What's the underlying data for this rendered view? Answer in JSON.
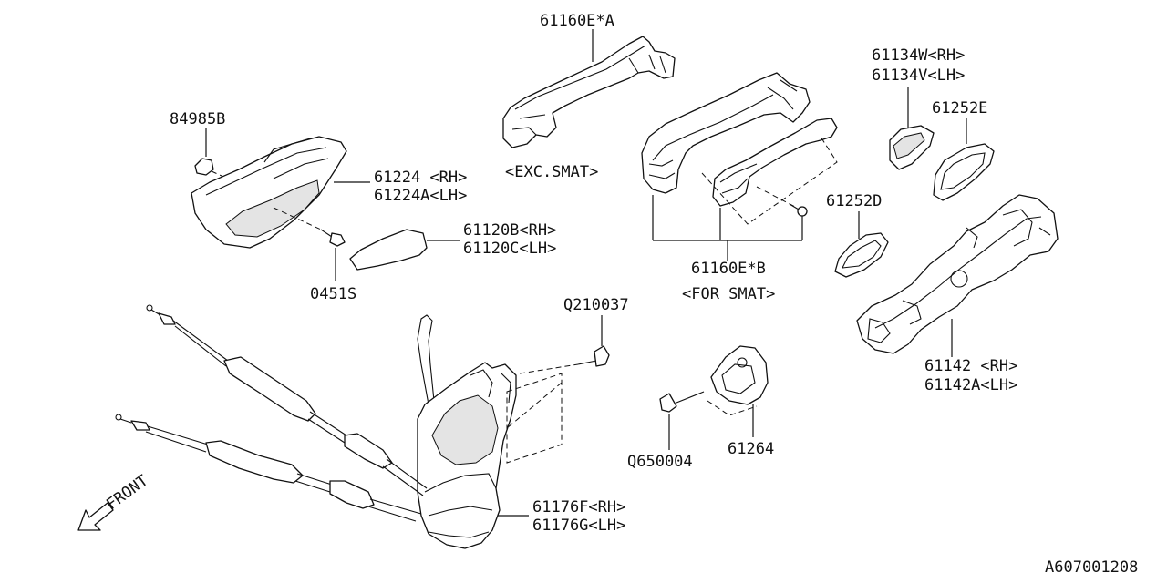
{
  "diagram": {
    "labels": {
      "handle_exc_smat_part": "61160E*A",
      "handle_exc_smat_note": "<EXC.SMAT>",
      "handle_smat_part": "61160E*B",
      "handle_smat_note": "<FOR SMAT>",
      "cap_rh": "61134W<RH>",
      "cap_lh": "61134V<LH>",
      "gasket_e": "61252E",
      "gasket_d": "61252D",
      "clip": "84985B",
      "inner_handle_rh": "61224 <RH>",
      "inner_handle_lh": "61224A<LH>",
      "screw_0451": "0451S",
      "cover_rh": "61120B<RH>",
      "cover_lh": "61120C<LH>",
      "bolt_q210": "Q210037",
      "bracket_rh": "61142 <RH>",
      "bracket_lh": "61142A<LH>",
      "screw_q650": "Q650004",
      "striker": "61264",
      "latch_rh": "61176F<RH>",
      "latch_lh": "61176G<LH>",
      "front": "FRONT",
      "drawing_number": "A607001208"
    },
    "icons": [
      "front-arrow-icon"
    ]
  }
}
